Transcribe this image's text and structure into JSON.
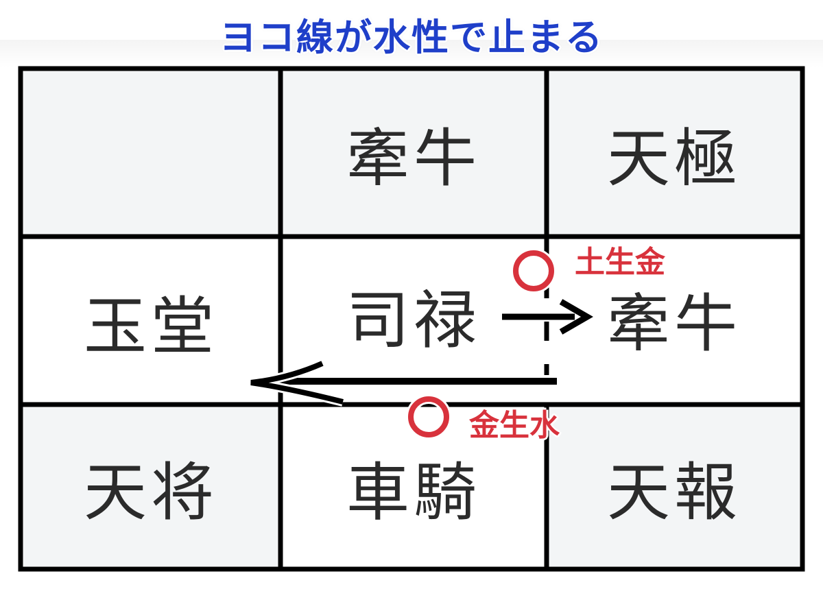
{
  "title": "ヨコ線が水性で止まる",
  "grid": {
    "cells": [
      [
        "",
        "牽牛",
        "天極"
      ],
      [
        "玉堂",
        "司禄",
        "牽牛"
      ],
      [
        "天将",
        "車騎",
        "天報"
      ]
    ]
  },
  "annotations": {
    "upper": {
      "symbol": "○",
      "label": "土生金"
    },
    "lower": {
      "symbol": "○",
      "label": "金生水"
    }
  },
  "colors": {
    "title": "#1f3fc9",
    "annotation": "#d8323c",
    "grid_line": "#000000",
    "cell_text": "#2b2b2b"
  }
}
